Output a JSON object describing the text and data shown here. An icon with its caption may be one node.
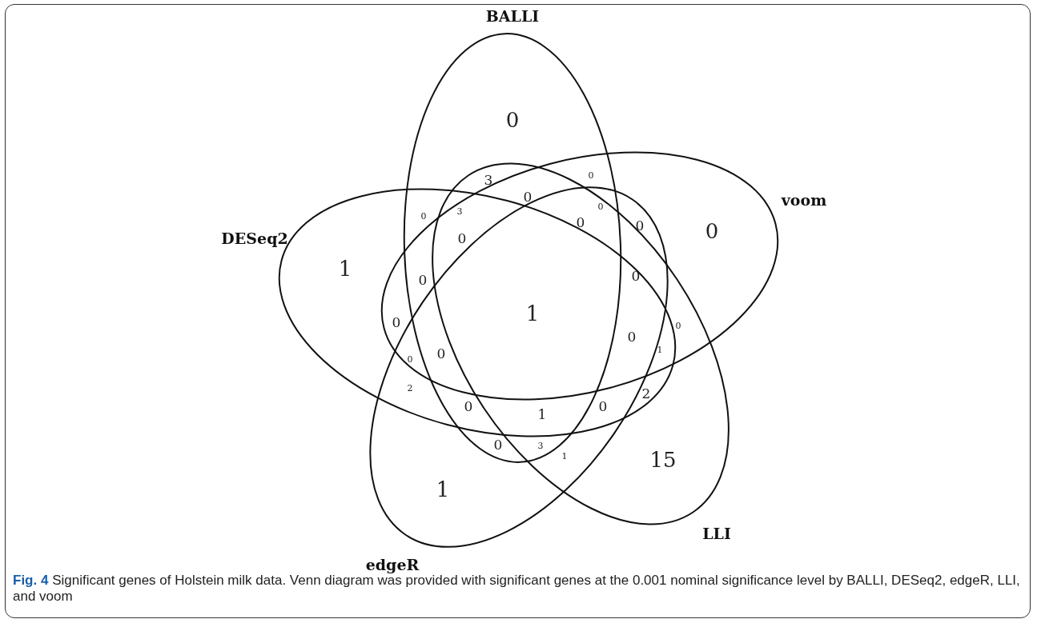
{
  "diagram": {
    "caption": "**Fig. 4** Significant genes of Holstein milk data. Venn diagram was provided with significant genes at the 0.001 nominal significance level by BALLI, DESeq2, edgeR, LLI, and voom",
    "nodes": [
      {
        "text": [
          "BALLI"
        ]
      },
      {
        "text": [
          "DESeq2"
        ]
      },
      {
        "text": [
          "voom"
        ]
      },
      {
        "text": [
          "LLI"
        ]
      },
      {
        "text": [
          "edgeR"
        ]
      }
    ],
    "labels": [
      "0",
      "3",
      "0",
      "0",
      "0",
      "0",
      "3",
      "0",
      "0",
      "0",
      "1",
      "0",
      "0",
      "0",
      "1",
      "0",
      "0",
      "0",
      "0",
      "1",
      "0",
      "2",
      "0",
      "1",
      "0",
      "2",
      "0",
      "3",
      "1",
      "15",
      "1"
    ]
  }
}
